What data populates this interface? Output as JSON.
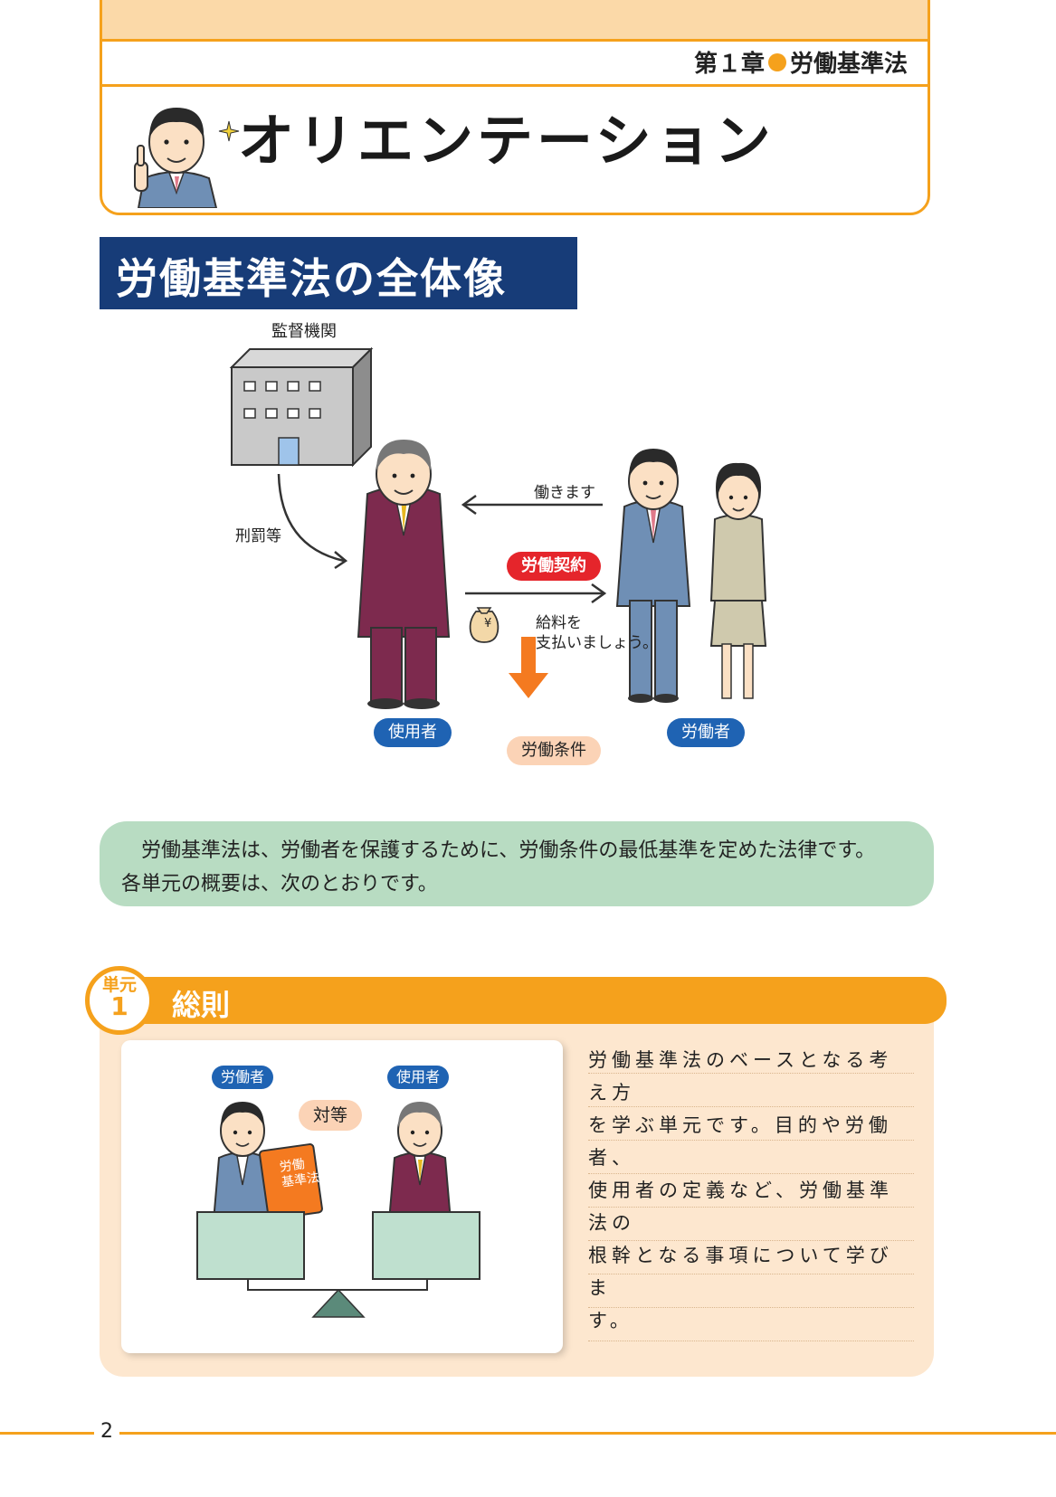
{
  "header": {
    "chapter_label": "第１章",
    "chapter_topic": "労働基準法",
    "title": "オリエンテーション"
  },
  "section": {
    "heading": "労働基準法の全体像"
  },
  "diagram": {
    "agency_label": "監督機関",
    "penalty_label": "刑罰等",
    "work_label": "働きます",
    "contract_label": "労働契約",
    "pay_label_line1": "給料を",
    "pay_label_line2": "支払いましょう。",
    "yen_symbol": "¥",
    "employer_label": "使用者",
    "conditions_label": "労働条件",
    "worker_label": "労働者"
  },
  "note": {
    "line1": "労働基準法は、労働者を保護するために、労働条件の最低基準を定めた法律です。",
    "line2": "各単元の概要は、次のとおりです。"
  },
  "unit": {
    "badge_text": "単元",
    "badge_number": "1",
    "title": "総則",
    "worker_label": "労働者",
    "employer_label": "使用者",
    "equal_label": "対等",
    "book_label_line1": "労働",
    "book_label_line2": "基準法",
    "description_lines": [
      "労働基準法のベースとなる考え方",
      "を学ぶ単元です。目的や労働者、",
      "使用者の定義など、労働基準法の",
      "根幹となる事項について学びま",
      "す。"
    ]
  },
  "footer": {
    "page_number": "2"
  },
  "colors": {
    "accent_orange": "#f5a11c",
    "navy": "#173c78",
    "contract_red": "#e5252b",
    "label_blue": "#1f63b3",
    "note_green": "#b8dcc2"
  }
}
